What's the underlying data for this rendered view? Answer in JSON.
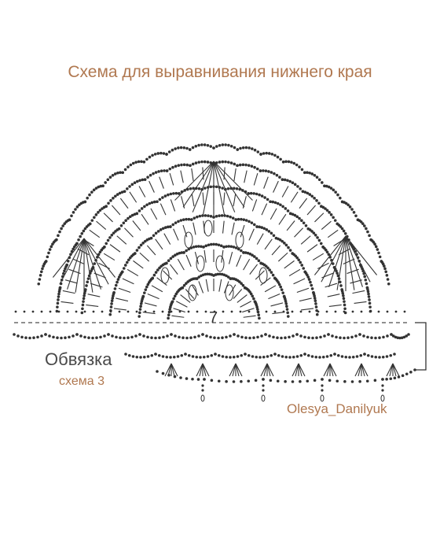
{
  "title": "Схема для выравнивания нижнего края",
  "row_number": "7",
  "edging_label": "Обвязка",
  "edging_scheme": "схема 3",
  "author": "Olesya_Danilyuk",
  "colors": {
    "accent": "#b07850",
    "ink": "#333333",
    "text": "#4a4a4a"
  }
}
